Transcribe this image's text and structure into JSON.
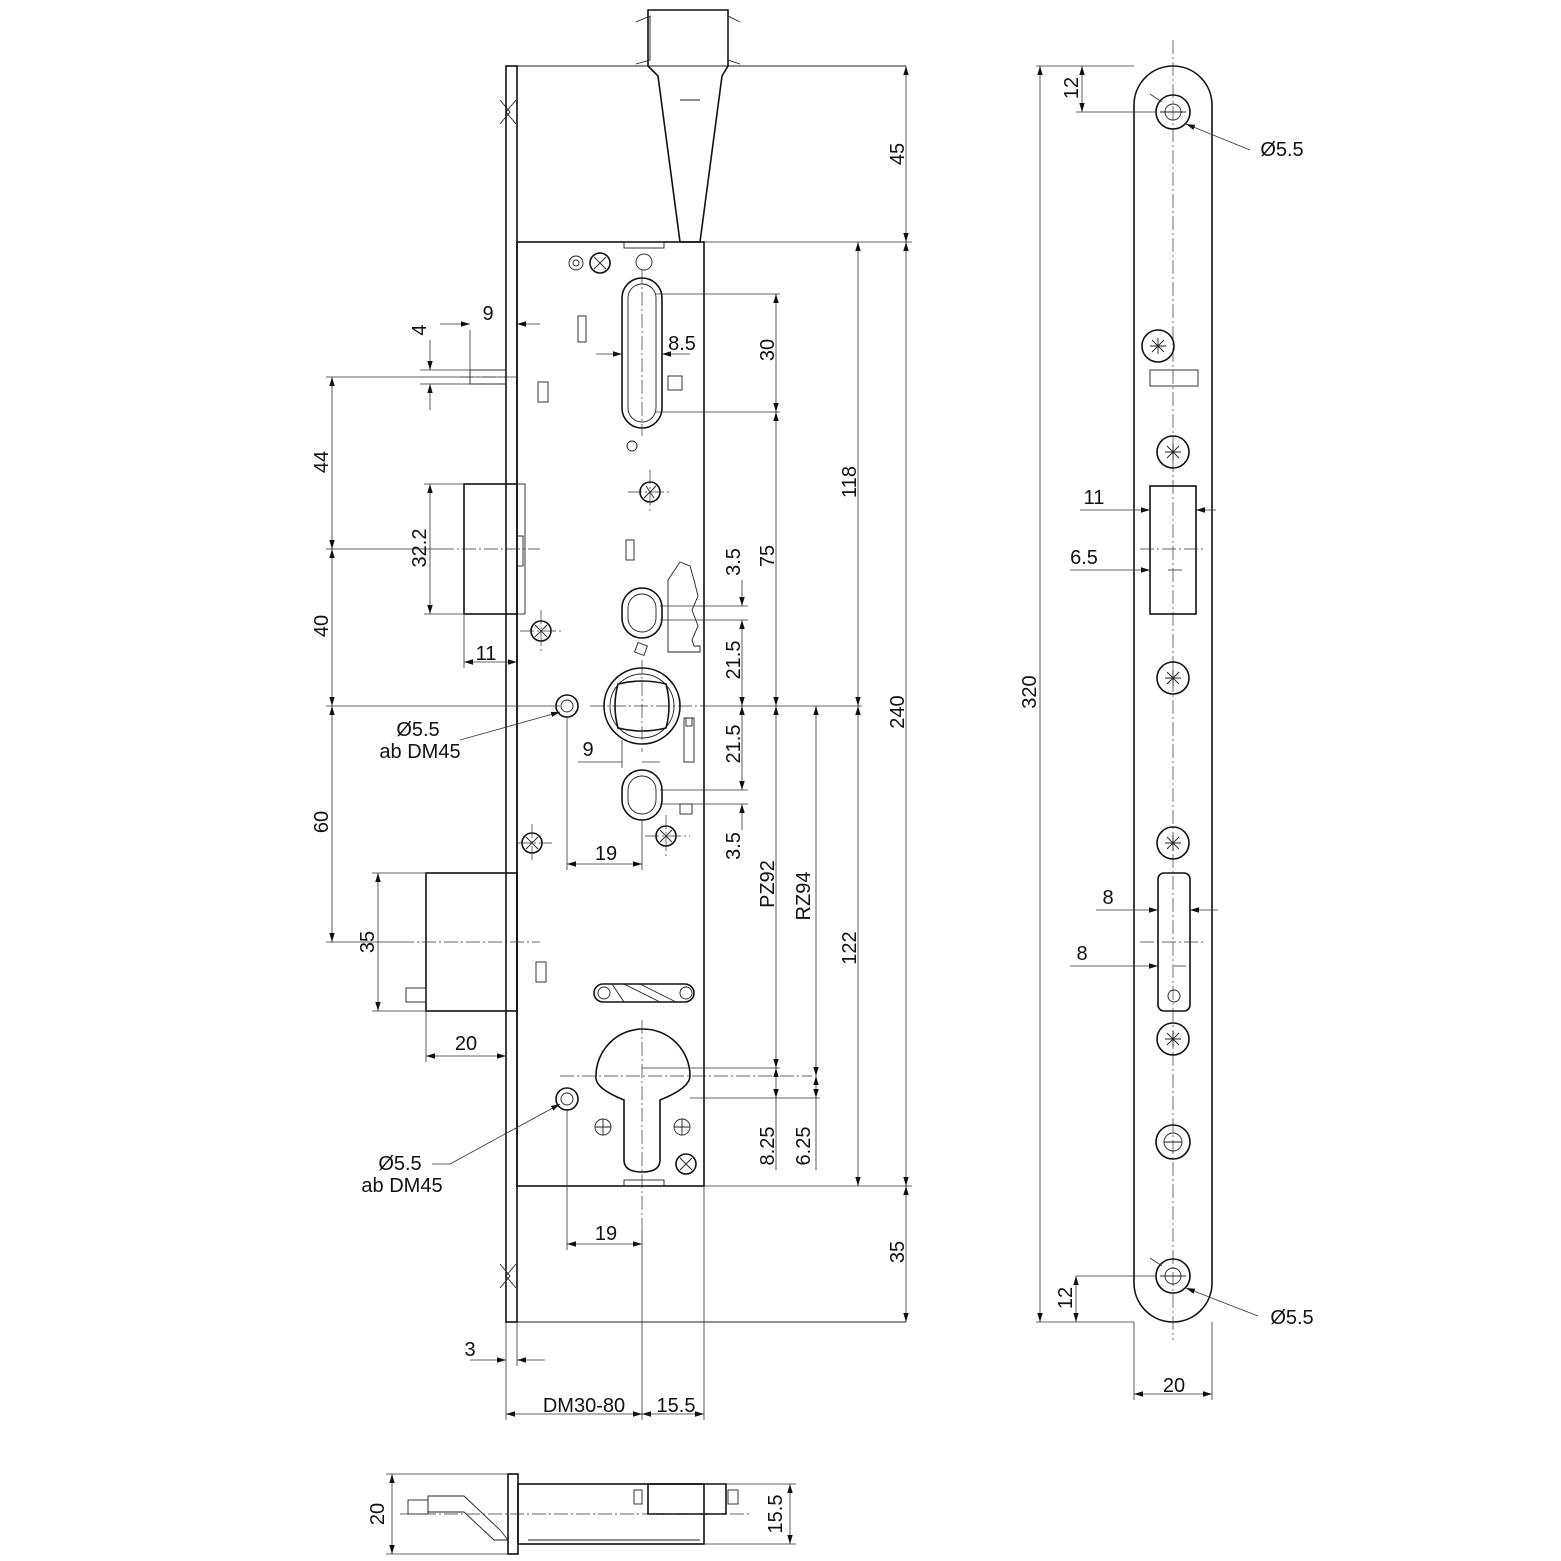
{
  "colors": {
    "line": "#111111",
    "background": "#ffffff"
  },
  "dimensions": {
    "d45": "45",
    "d118": "118",
    "d240": "240",
    "d122": "122",
    "d35_right": "35",
    "d30": "30",
    "d75": "75",
    "d3_5_top": "3.5",
    "d21_5_top": "21.5",
    "d21_5_bottom": "21.5",
    "d3_5_bottom": "3.5",
    "pz92": "PZ92",
    "rz94": "RZ94",
    "d8_25": "8.25",
    "d6_25": "6.25",
    "d8_5": "8.5",
    "d9_left": "9",
    "d4": "4",
    "d44": "44",
    "d32_2": "32.2",
    "d40": "40",
    "d11_latch": "11",
    "d60": "60",
    "d35_bolt": "35",
    "d20_bolt": "20",
    "d9_follower": "9",
    "d19_top": "19",
    "d19_bottom": "19",
    "d3_face": "3",
    "dm": "DM30-80",
    "d15_5": "15.5",
    "dia_top": "Ø5.5",
    "dia_top_sub": "ab DM45",
    "dia_bottom": "Ø5.5",
    "dia_bottom_sub": "ab DM45",
    "fp_12_top": "12",
    "fp_dia_top": "Ø5.5",
    "fp_320": "320",
    "fp_11": "11",
    "fp_6_5": "6.5",
    "fp_8_a": "8",
    "fp_8_b": "8",
    "fp_12_bottom": "12",
    "fp_dia_bottom": "Ø5.5",
    "fp_20": "20",
    "bv_20": "20",
    "bv_15_5": "15.5"
  }
}
